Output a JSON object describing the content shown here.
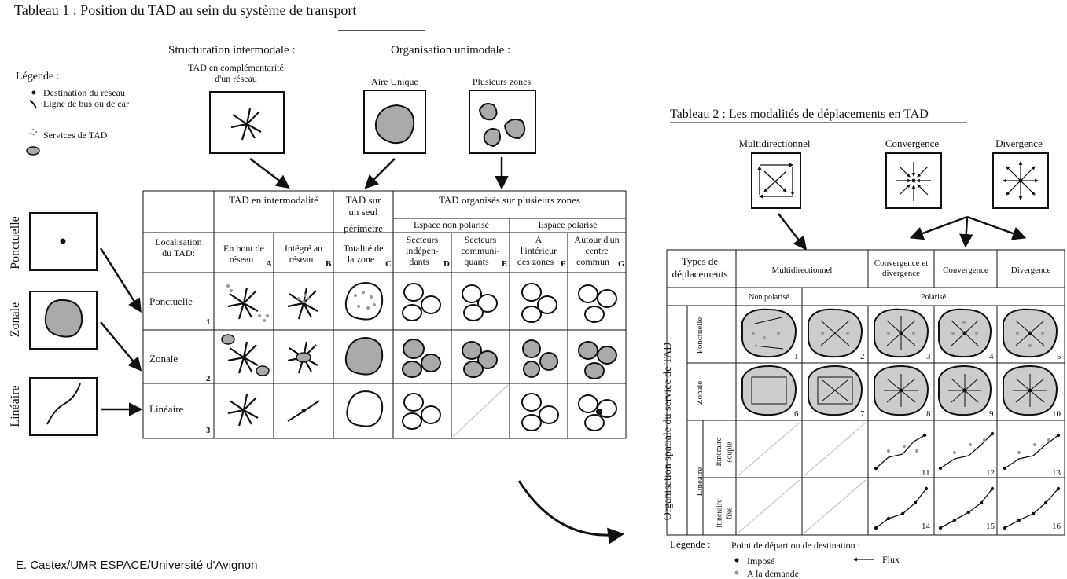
{
  "tableau1": {
    "title": "Tableau 1 : Position du TAD au sein du  système de transport",
    "structuration": "Structuration intermodale :",
    "organisation": "Organisation unimodale :",
    "tad_complement_1": "TAD en complémentarité",
    "tad_complement_2": "d'un réseau",
    "aire_unique": "Aire Unique",
    "plusieurs_zones": "Plusieurs zones",
    "legend": {
      "title": "Légende :",
      "destination": "Destination du réseau",
      "ligne": "Ligne de bus ou de car",
      "services": "Services de TAD"
    },
    "side": {
      "ponctuelle": "Ponctuelle",
      "zonale": "Zonale",
      "lineaire": "Linéaire"
    },
    "headers": {
      "intermodalite": "TAD en intermodalité",
      "seul_1": "TAD sur",
      "seul_2": "un seul",
      "seul_3": "périmètre",
      "plusieurs": "TAD organisés sur plusieurs zones",
      "non_polarise": "Espace non polarisé",
      "polarise": "Espace polarisé",
      "localisation_1": "Localisation",
      "localisation_2": "du TAD:",
      "colA_1": "En bout de",
      "colA_2": "réseau",
      "colA_letter": "A",
      "colB_1": "Intégré au",
      "colB_2": "réseau",
      "colB_letter": "B",
      "colC_1": "Totalité de",
      "colC_2": "la zone",
      "colC_letter": "C",
      "colD_1": "Secteurs",
      "colD_2": "indépen-",
      "colD_3": "dants",
      "colD_letter": "D",
      "colE_1": "Secteurs",
      "colE_2": "communi-",
      "colE_3": "quants",
      "colE_letter": "E",
      "colF_1": "A",
      "colF_2": "l'intérieur",
      "colF_3": "des zones",
      "colF_letter": "F",
      "colG_1": "Autour d'un",
      "colG_2": "centre",
      "colG_3": "commun",
      "colG_letter": "G"
    },
    "rows": [
      {
        "label": "Ponctuelle",
        "num": "1"
      },
      {
        "label": "Zonale",
        "num": "2"
      },
      {
        "label": "Linéaire",
        "num": "3"
      }
    ]
  },
  "tableau2": {
    "title": "Tableau 2 :  Les modalités de déplacements en TAD",
    "multi_top": "Multidirectionnel",
    "conv_top": "Convergence",
    "div_top": "Divergence",
    "types_1": "Types de",
    "types_2": "déplacements",
    "col_multi": "Multidirectionnel",
    "col_convdiv_1": "Convergence et",
    "col_convdiv_2": "divergence",
    "col_conv": "Convergence",
    "col_div": "Divergence",
    "non_polarise": "Non polarisé",
    "polarise": "Polarisé",
    "org_spatiale": "Organisation spatiale du service de TAD",
    "ponctuelle": "Ponctuelle",
    "zonale": "Zonale",
    "lineaire": "Linéaire",
    "souple_1": "Itinéraire",
    "souple_2": "souple",
    "fixe_1": "Itinéraire",
    "fixe_2": "fixe",
    "nums": [
      "1",
      "2",
      "3",
      "4",
      "5",
      "6",
      "7",
      "8",
      "9",
      "10",
      "11",
      "12",
      "13",
      "14",
      "15",
      "16"
    ],
    "legend": {
      "label": "Légende :",
      "point": "Point de départ ou de destination :",
      "impose": "Imposé",
      "demande": "A la demande",
      "flux": "Flux"
    }
  },
  "credit": "E. Castex/UMR ESPACE/Université d'Avignon"
}
